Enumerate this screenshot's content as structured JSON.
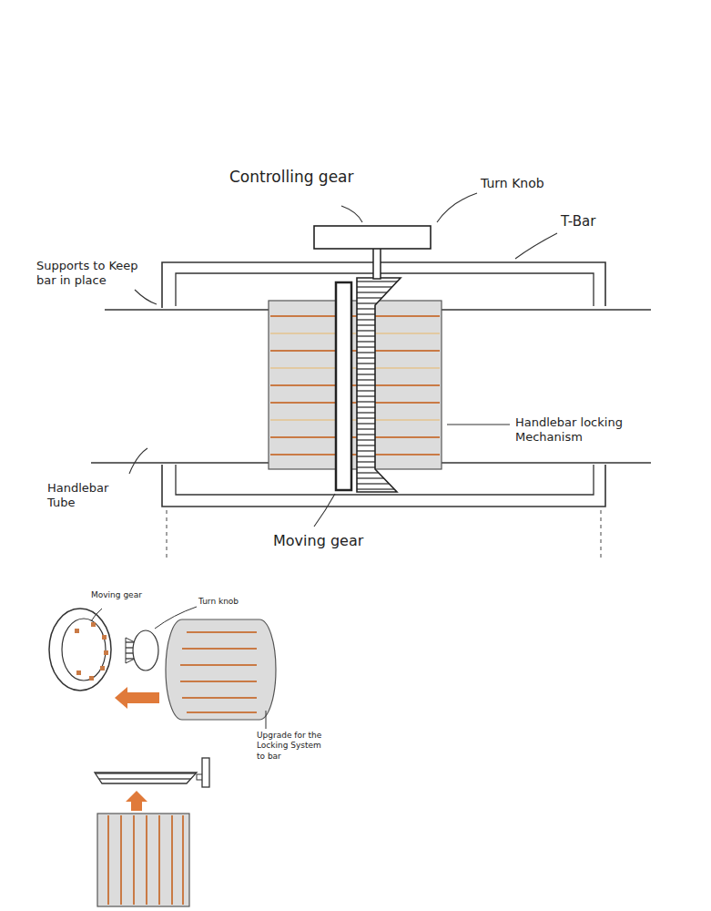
{
  "diagram": {
    "labels": [
      "Controlling gear",
      "Turn Knob",
      "T-Bar",
      "Supports to Keep bar in place",
      "Handlebar locking Mechanism",
      "Handlebar Tube",
      "Moving gear",
      "Moving gear",
      "Turn knob",
      "Upgrade for the Locking System to bar"
    ]
  }
}
